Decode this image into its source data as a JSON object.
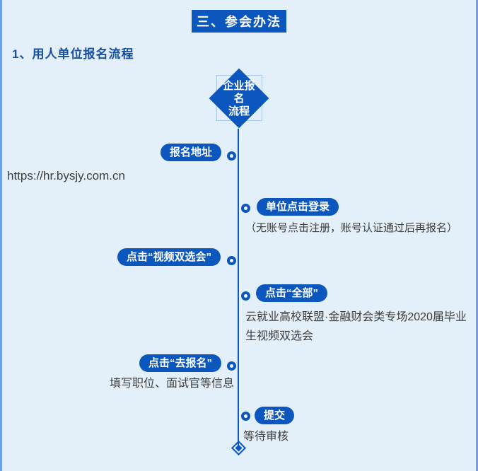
{
  "colors": {
    "background": "#E3EFF9",
    "accent_blue": "#0B57BD",
    "edge_border": "#6F9FE8",
    "heading_blue": "#164FA2",
    "body_text": "#3D3D3D",
    "square_outline": "#A9C7EF"
  },
  "banner": {
    "title": "三、参会办法"
  },
  "section": {
    "heading": "1、用人单位报名流程"
  },
  "flow": {
    "start": {
      "line1": "企业报",
      "line2": "名",
      "line3": "流程"
    },
    "steps": [
      {
        "label": "报名地址",
        "side": "left",
        "note": "https://hr.bysjy.com.cn"
      },
      {
        "label": "单位点击登录",
        "side": "right",
        "note": "（无账号点击注册，账号认证通过后再报名）"
      },
      {
        "label": "点击“视频双选会”",
        "side": "left",
        "note": ""
      },
      {
        "label": "点击“全部”",
        "side": "right",
        "note": "云就业高校联盟·金融财会类专场2020届毕业生视频双选会"
      },
      {
        "label": "点击“去报名”",
        "side": "left",
        "note": "填写职位、面试官等信息"
      },
      {
        "label": "提交",
        "side": "right",
        "note": "等待审核"
      }
    ]
  }
}
